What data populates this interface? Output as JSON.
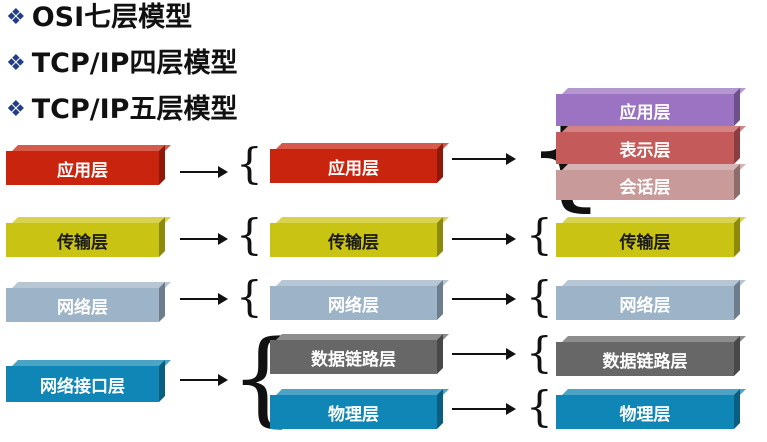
{
  "titles": [
    "OSI七层模型",
    "TCP/IP四层模型",
    "TCP/IP五层模型"
  ],
  "colors": {
    "app": "#c8240e",
    "transport": "#c9c414",
    "network": "#9db3c7",
    "link": "#676767",
    "physical": "#0f86b6",
    "netif": "#0f86b6",
    "osi_app": "#9b73c2",
    "presentation": "#c45a5a",
    "session": "#c99a9a"
  },
  "col1": [
    "应用层",
    "传输层",
    "网络层",
    "网络接口层"
  ],
  "col2": [
    "应用层",
    "传输层",
    "网络层",
    "数据链路层",
    "物理层"
  ],
  "col3": [
    "应用层",
    "表示层",
    "会话层",
    "传输层",
    "网络层",
    "数据链路层",
    "物理层"
  ]
}
